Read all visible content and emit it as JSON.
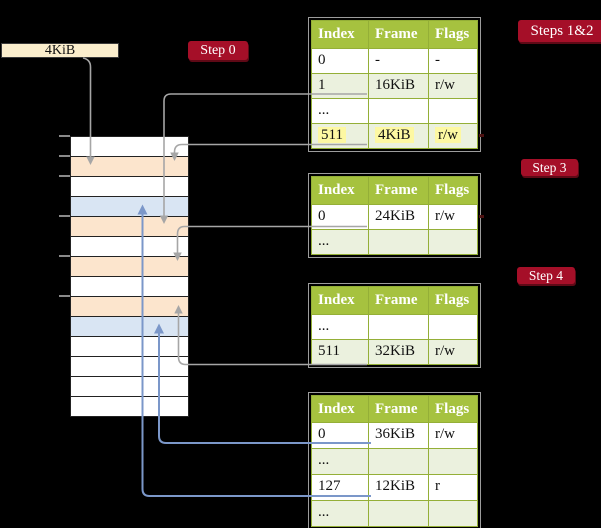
{
  "legend": {
    "label": "4KiB"
  },
  "badges": {
    "step0": "Step 0",
    "steps12": "Steps 1&2",
    "step3": "Step 3",
    "step4": "Step 4"
  },
  "memory": {
    "row_colors": [
      "white",
      "orange",
      "white",
      "blue",
      "orange",
      "white",
      "orange",
      "white",
      "orange",
      "blue",
      "white",
      "white",
      "white",
      "white"
    ]
  },
  "tables": [
    {
      "name": "level-1 page table (Steps 1&2)",
      "header": [
        "Index",
        "Frame",
        "Flags"
      ],
      "rows": [
        {
          "cells": [
            "0",
            "-",
            "-"
          ],
          "shade": false,
          "hl": false
        },
        {
          "cells": [
            "1",
            "16KiB",
            "r/w"
          ],
          "shade": true,
          "hl": false
        },
        {
          "cells": [
            "...",
            "",
            ""
          ],
          "shade": false,
          "hl": false
        },
        {
          "cells": [
            "511",
            "4KiB",
            "r/w"
          ],
          "shade": true,
          "hl": true
        }
      ]
    },
    {
      "name": "page table (Step 3)",
      "header": [
        "Index",
        "Frame",
        "Flags"
      ],
      "rows": [
        {
          "cells": [
            "0",
            "24KiB",
            "r/w"
          ],
          "shade": false,
          "hl": false
        },
        {
          "cells": [
            "...",
            "",
            ""
          ],
          "shade": true,
          "hl": false
        }
      ]
    },
    {
      "name": "page table (Step 4)",
      "header": [
        "Index",
        "Frame",
        "Flags"
      ],
      "rows": [
        {
          "cells": [
            "...",
            "",
            ""
          ],
          "shade": false,
          "hl": false
        },
        {
          "cells": [
            "511",
            "32KiB",
            "r/w"
          ],
          "shade": true,
          "hl": false
        }
      ]
    },
    {
      "name": "page table (bottom)",
      "header": [
        "Index",
        "Frame",
        "Flags"
      ],
      "rows": [
        {
          "cells": [
            "0",
            "36KiB",
            "r/w"
          ],
          "shade": false,
          "hl": false
        },
        {
          "cells": [
            "...",
            "",
            ""
          ],
          "shade": true,
          "hl": false
        },
        {
          "cells": [
            "127",
            "12KiB",
            "r"
          ],
          "shade": false,
          "hl": false
        },
        {
          "cells": [
            "...",
            "",
            ""
          ],
          "shade": true,
          "hl": false
        }
      ]
    }
  ],
  "colors": {
    "bg": "#000000",
    "cream": "#fbeecd",
    "badge_red": "#a50f28",
    "badge_shadow": "#5f0916",
    "header_green": "#a6c23f",
    "row_green": "#ebf1de",
    "table_border": "#94af37",
    "highlight_yellow": "#fdf8a2",
    "orange": "#fce5cd",
    "blue_row": "#d9e5f3",
    "gray_line": "#a6a6a6",
    "blue_line": "#7b97c9",
    "dark_line": "#222222",
    "tick_gray": "#8a8a8a",
    "outline_gray": "#9c9c9c",
    "red_dash": "#4d1212"
  }
}
